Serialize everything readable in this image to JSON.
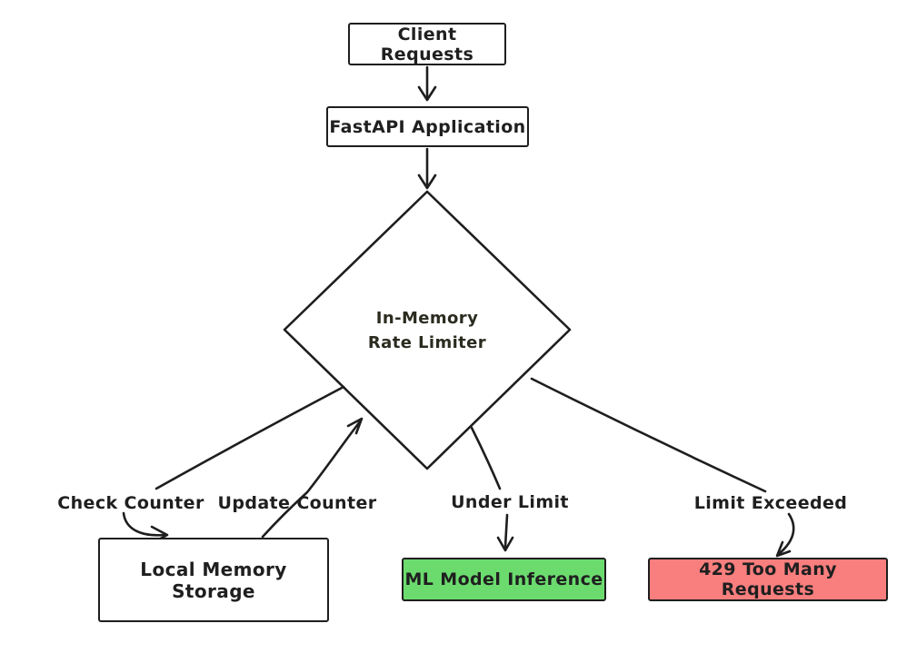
{
  "nodes": {
    "client_requests": "Client Requests",
    "fastapi_application": "FastAPI Application",
    "rate_limiter_line1": "In-Memory",
    "rate_limiter_line2": "Rate Limiter",
    "local_memory_storage": "Local Memory Storage",
    "ml_model_inference": "ML Model Inference",
    "too_many_requests": "429 Too Many Requests"
  },
  "edge_labels": {
    "check_counter": "Check Counter",
    "update_counter": "Update Counter",
    "under_limit": "Under Limit",
    "limit_exceeded": "Limit Exceeded"
  },
  "colors": {
    "stroke": "#1e1e1e",
    "diamond_fill": "#f8d417",
    "success_fill": "#6bdb6e",
    "error_fill": "#f97e7e",
    "background": "#ffffff"
  }
}
